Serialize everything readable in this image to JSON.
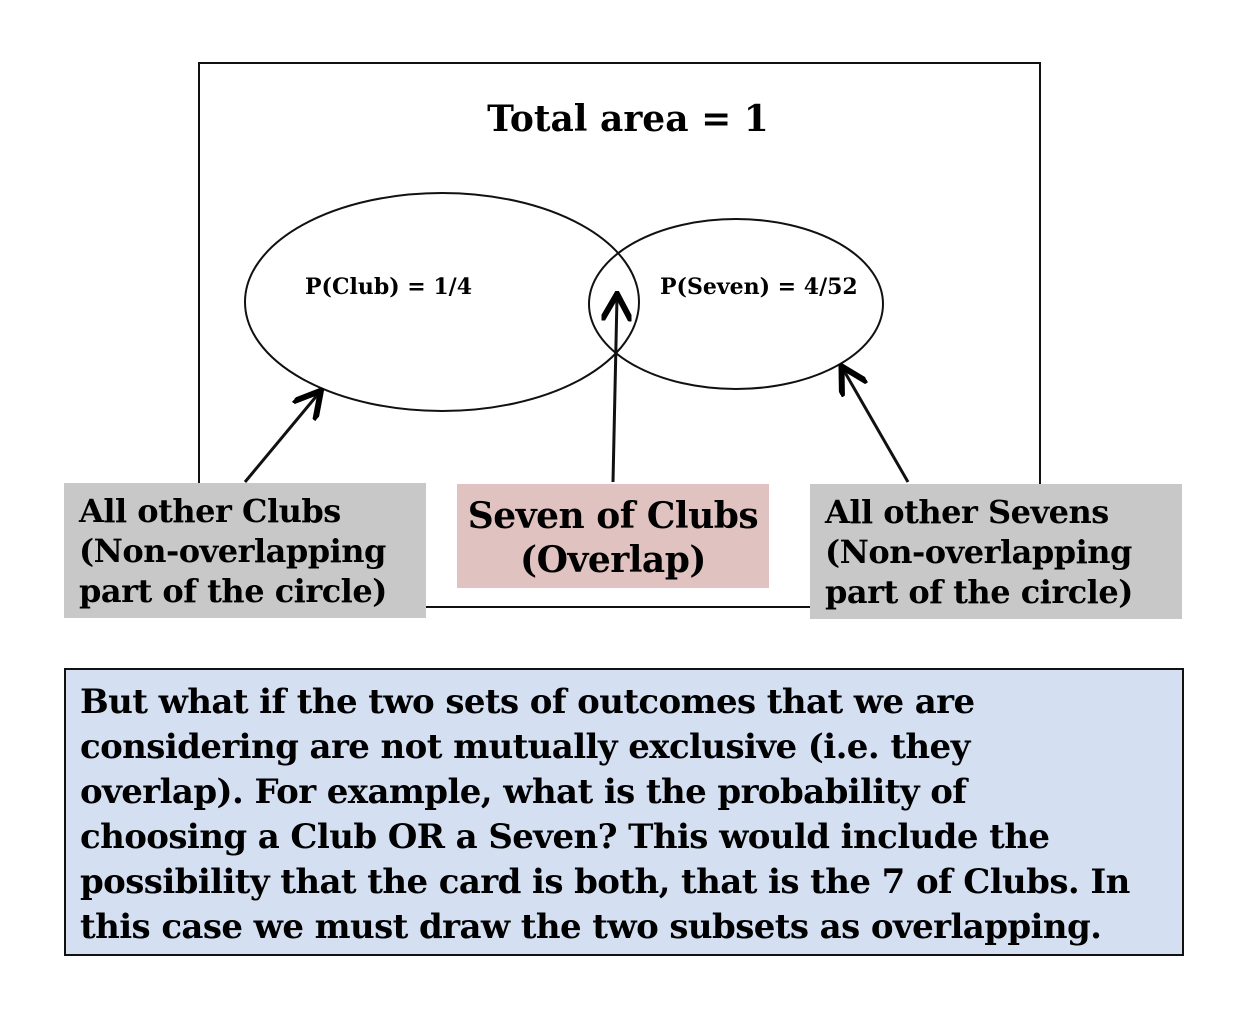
{
  "title": "Total area = 1",
  "circles": {
    "club_label": "P(Club) = 1/4",
    "seven_label": "P(Seven) = 4/52"
  },
  "callouts": {
    "left": [
      "All other Clubs",
      "(Non-overlapping",
      "part of the circle)"
    ],
    "middle": [
      "Seven of Clubs",
      "(Overlap)"
    ],
    "right": [
      "All other Sevens",
      "(Non-overlapping",
      "part of the circle)"
    ]
  },
  "explanation": [
    "But what if the two sets of outcomes that we are",
    "considering are not mutually exclusive (i.e. they",
    "overlap). For example, what is the probability of",
    "choosing a Club OR a Seven? This would include the",
    "possibility that the card is both, that is the 7 of Clubs. In",
    "this case we must draw the two subsets as overlapping."
  ],
  "colors": {
    "gray": "#c8c8c8",
    "pink": "#e0c2c0",
    "blue": "#d4e0f2"
  }
}
